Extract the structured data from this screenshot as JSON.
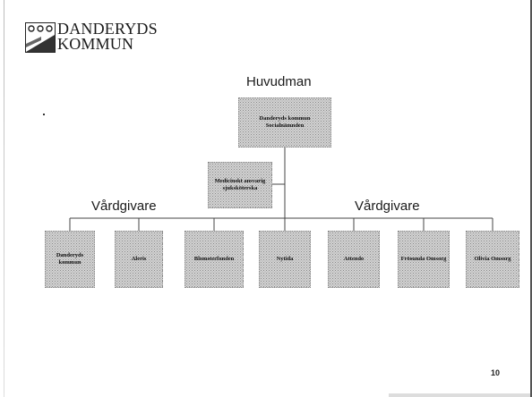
{
  "header": {
    "logo_line1": "DANDERYDS",
    "logo_line2": "KOMMUN",
    "emblem_icon": "municipal-coat-of-arms-icon"
  },
  "org_chart": {
    "top_label": "Huvudman",
    "top_box": "Danderyds kommun Socialnämnden",
    "side_box": "Medicinskt ansvarig sjuksköterska",
    "left_group_label": "Vårdgivare",
    "right_group_label": "Vårdgivare",
    "providers": [
      "Danderyds kommun",
      "Aleris",
      "Blomsterfonden",
      "Nytida",
      "Attendo",
      "Frösunda Omsorg",
      "Olivia Omsorg"
    ]
  },
  "page": {
    "number": "10"
  },
  "colors": {
    "box_fill": "#e3e3e3",
    "box_stipple": "#8a8a8a",
    "lines": "#444444"
  }
}
